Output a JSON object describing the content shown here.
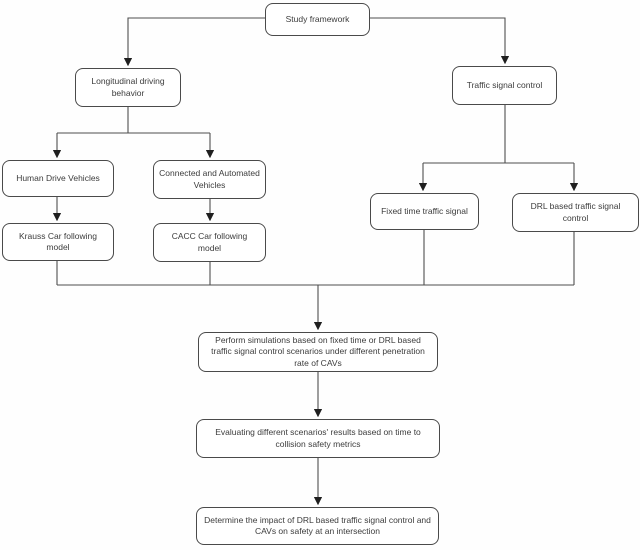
{
  "diagram": {
    "type": "flowchart",
    "colors": {
      "node_fill": "#ffffff",
      "node_border": "#4a4a4a",
      "connector": "#4f4f4f",
      "arrowhead": "#1f1f1f",
      "text": "#3c3c3c",
      "background": "#fefefe"
    },
    "nodes": {
      "study_framework": {
        "label": "Study framework"
      },
      "longitudinal": {
        "label": "Longitudinal driving behavior"
      },
      "traffic_signal": {
        "label": "Traffic signal control"
      },
      "human_drive": {
        "label": "Human Drive Vehicles"
      },
      "cav": {
        "label": "Connected and Automated Vehicles"
      },
      "krauss": {
        "label": "Krauss Car following model"
      },
      "cacc": {
        "label": "CACC Car following model"
      },
      "fixed_time": {
        "label": "Fixed time traffic signal"
      },
      "drl": {
        "label": "DRL based traffic signal control"
      },
      "perform": {
        "label": "Perform simulations based on fixed time or DRL based traffic signal control scenarios under different penetration rate of CAVs"
      },
      "evaluate": {
        "label": "Evaluating different scenarios' results based on time to collision safety metrics"
      },
      "determine": {
        "label": "Determine the impact of DRL based traffic signal control and CAVs on safety at an intersection"
      }
    },
    "edges": [
      {
        "from": "study_framework",
        "to": "longitudinal"
      },
      {
        "from": "study_framework",
        "to": "traffic_signal"
      },
      {
        "from": "longitudinal",
        "to": "human_drive"
      },
      {
        "from": "longitudinal",
        "to": "cav"
      },
      {
        "from": "human_drive",
        "to": "krauss"
      },
      {
        "from": "cav",
        "to": "cacc"
      },
      {
        "from": "traffic_signal",
        "to": "fixed_time"
      },
      {
        "from": "traffic_signal",
        "to": "drl"
      },
      {
        "from": "krauss",
        "to": "perform"
      },
      {
        "from": "cacc",
        "to": "perform"
      },
      {
        "from": "fixed_time",
        "to": "perform"
      },
      {
        "from": "drl",
        "to": "perform"
      },
      {
        "from": "perform",
        "to": "evaluate"
      },
      {
        "from": "evaluate",
        "to": "determine"
      }
    ]
  }
}
